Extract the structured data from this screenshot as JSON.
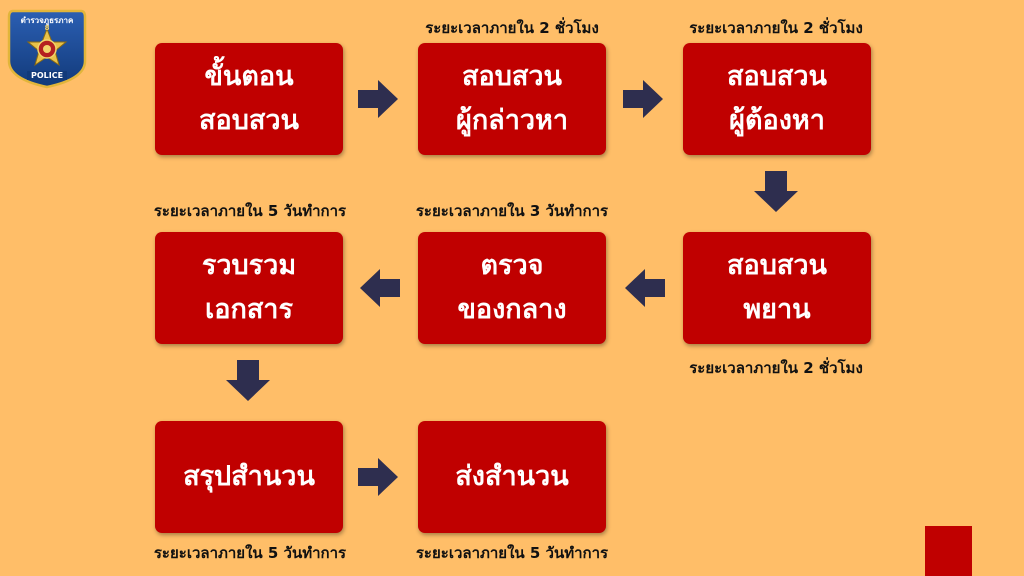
{
  "logo": {
    "top_text": "ตำรวจภูธรภาค",
    "region_number": "8",
    "bottom_text": "POLICE"
  },
  "steps": [
    {
      "line1": "ขั้นตอน",
      "line2": "สอบสวน"
    },
    {
      "line1": "สอบสวน",
      "line2": "ผู้กล่าวหา"
    },
    {
      "line1": "สอบสวน",
      "line2": "ผู้ต้องหา"
    },
    {
      "line1": "สอบสวน",
      "line2": "พยาน"
    },
    {
      "line1": "ตรวจ",
      "line2": "ของกลาง"
    },
    {
      "line1": "รวบรวม",
      "line2": "เอกสาร"
    },
    {
      "line1": "สรุปสำนวน",
      "line2": ""
    },
    {
      "line1": "ส่งสำนวน",
      "line2": ""
    }
  ],
  "time_notes": [
    "ระยะเวลาภายใน 2 ชั่วโมง",
    "ระยะเวลาภายใน 2 ชั่วโมง",
    "ระยะเวลาภายใน 2 ชั่วโมง",
    "ระยะเวลาภายใน 3 วันทำการ",
    "ระยะเวลาภายใน 5 วันทำการ",
    "ระยะเวลาภายใน 5 วันทำการ",
    "ระยะเวลาภายใน 5 วันทำการ"
  ],
  "colors": {
    "background": "#FFBE68",
    "box": "#C00000",
    "box_text": "#FFFFFF",
    "arrow": "#2E2E4F",
    "note_text": "#111111"
  }
}
